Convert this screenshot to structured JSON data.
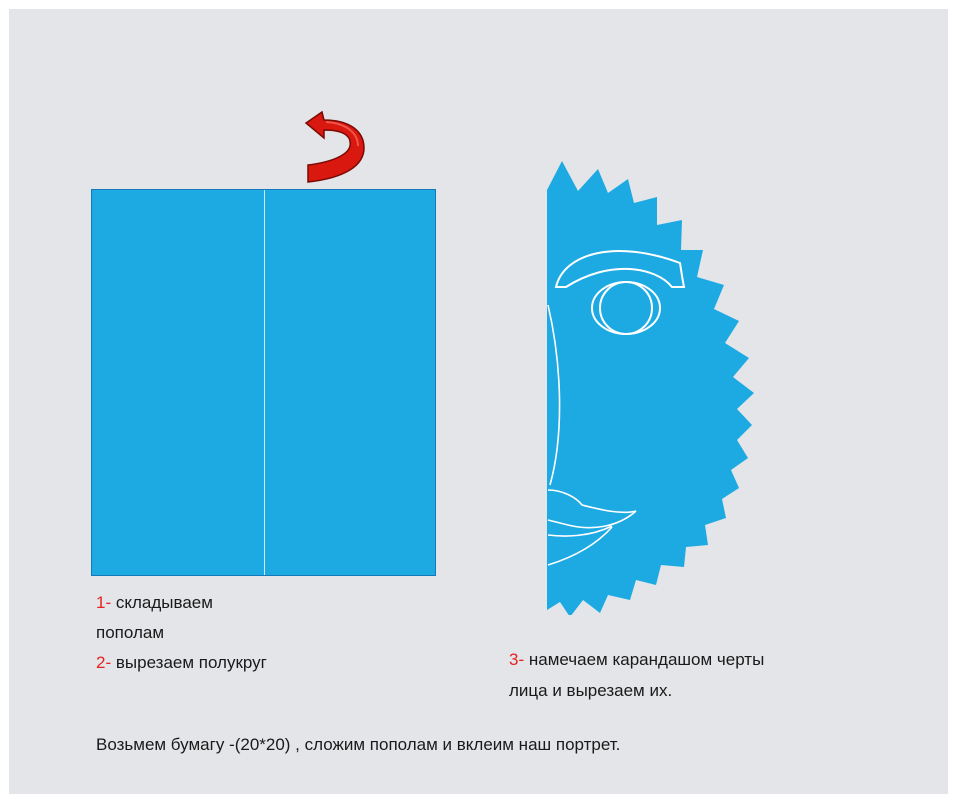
{
  "colors": {
    "paper": "#1daae3",
    "background": "#e3e5e8",
    "arrow": "#d9180f",
    "step_number": "#e52222"
  },
  "icons": {
    "fold_arrow": "curved-arrow-icon",
    "face": "half-sun-face-icon"
  },
  "steps": [
    {
      "number": "1-",
      "text": "складываем"
    },
    {
      "text": "пополам"
    },
    {
      "number": "2-",
      "text": "вырезаем полукруг"
    },
    {
      "number": "3-",
      "text": "намечаем   карандашом черты"
    },
    {
      "text": "лица и вырезаем их."
    }
  ],
  "footer": "Возьмем  бумагу -(20*20) , сложим пополам и вклеим  наш портрет."
}
